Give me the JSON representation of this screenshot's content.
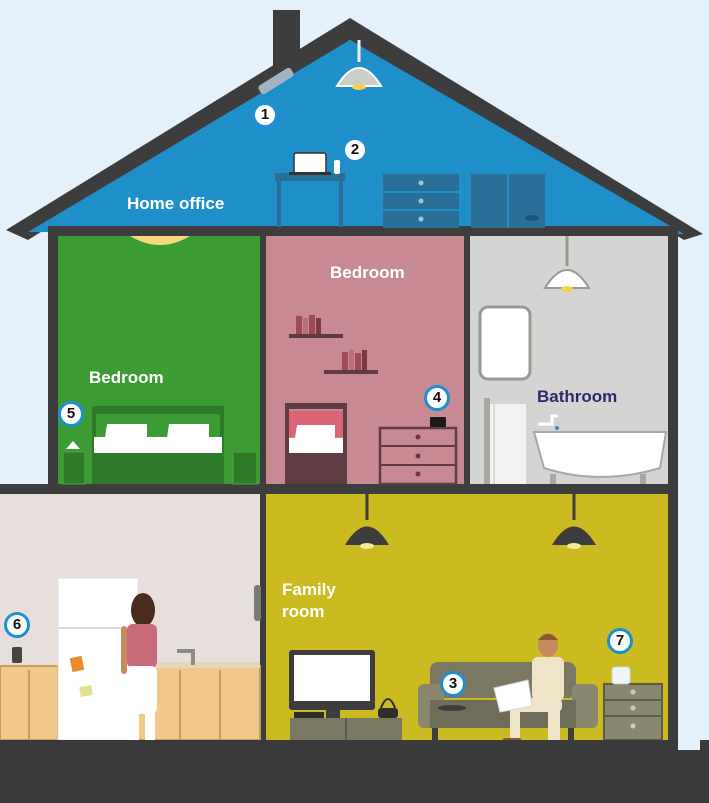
{
  "rooms": {
    "home_office": "Home office",
    "bedroom_left": "Bedroom",
    "bedroom_middle": "Bedroom",
    "bathroom": "Bathroom",
    "family_room": "Family room"
  },
  "markers": {
    "m1": "1",
    "m2": "2",
    "m3": "3",
    "m4": "4",
    "m5": "5",
    "m6": "6",
    "m7": "7"
  },
  "colors": {
    "sky": "#e4f0fa",
    "roof_outline": "#3d3d3d",
    "home_office": "#1e8fc8",
    "bedroom_green": "#3d9b35",
    "bedroom_pink": "#c78a93",
    "bathroom": "#d6d4d2",
    "kitchen": "#e6dfdc",
    "family_room": "#cbba20",
    "ground": "#3a3a3a",
    "marker_ring": "#1e8fd0"
  }
}
